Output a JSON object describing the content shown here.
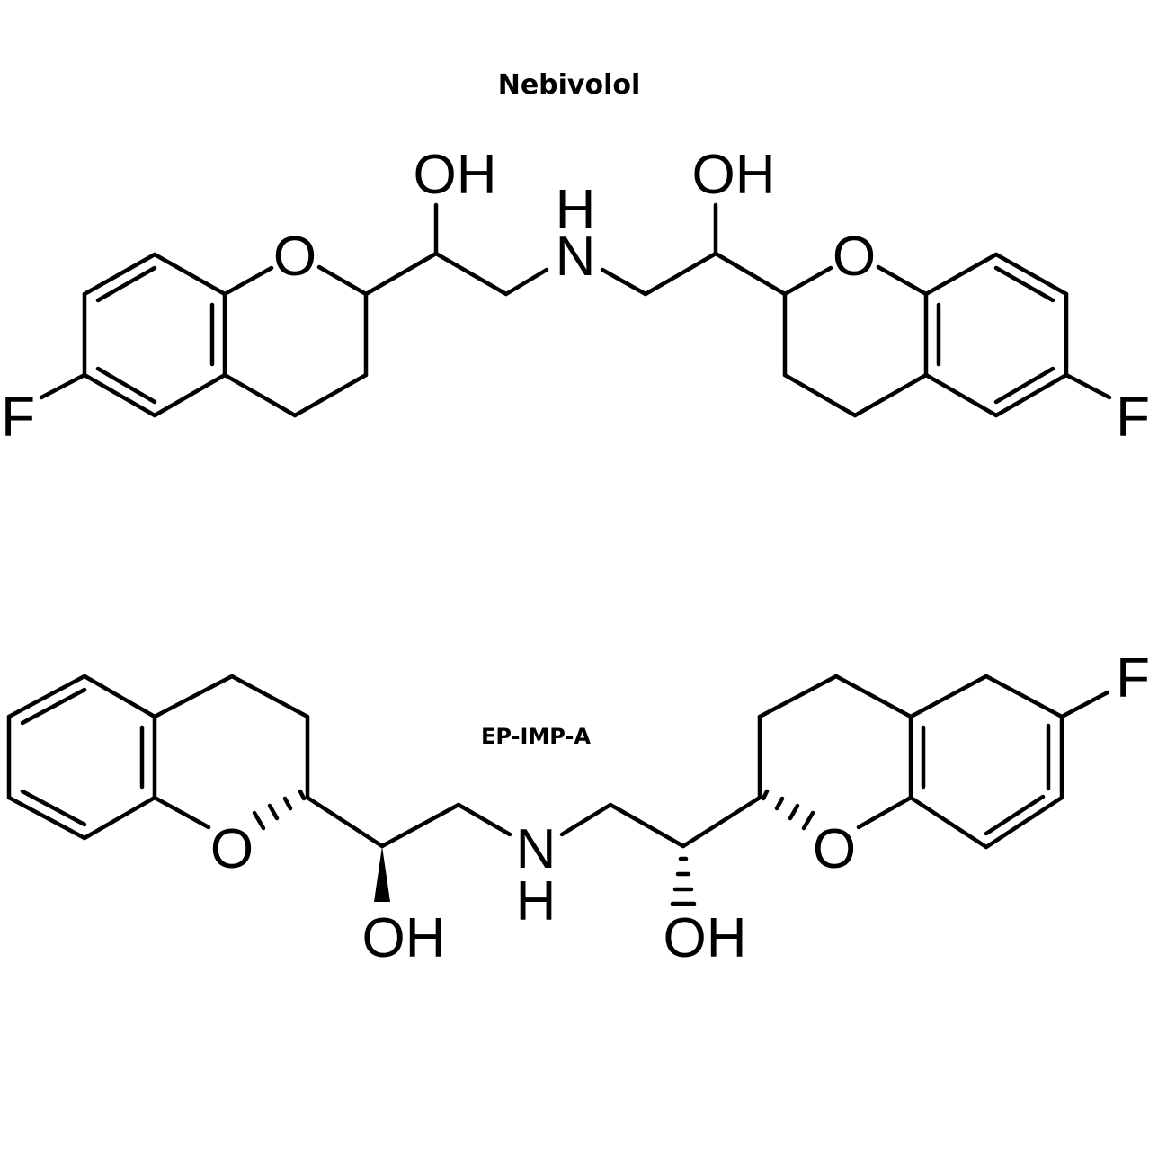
{
  "colors": {
    "ink": "#000000",
    "background": "#ffffff"
  },
  "molecules": [
    {
      "name": "Nebivolol",
      "atoms": {
        "oh_left": "OH",
        "nh_h": "H",
        "nh_n": "N",
        "oh_right": "OH",
        "o_left": "O",
        "o_right": "O",
        "f_left": "F",
        "f_right": "F"
      }
    },
    {
      "name": "EP-IMP-A",
      "atoms": {
        "o_left": "O",
        "o_right": "O",
        "oh_left": "OH",
        "oh_right": "OH",
        "nh_n": "N",
        "nh_h": "H",
        "f_right": "F"
      }
    }
  ]
}
